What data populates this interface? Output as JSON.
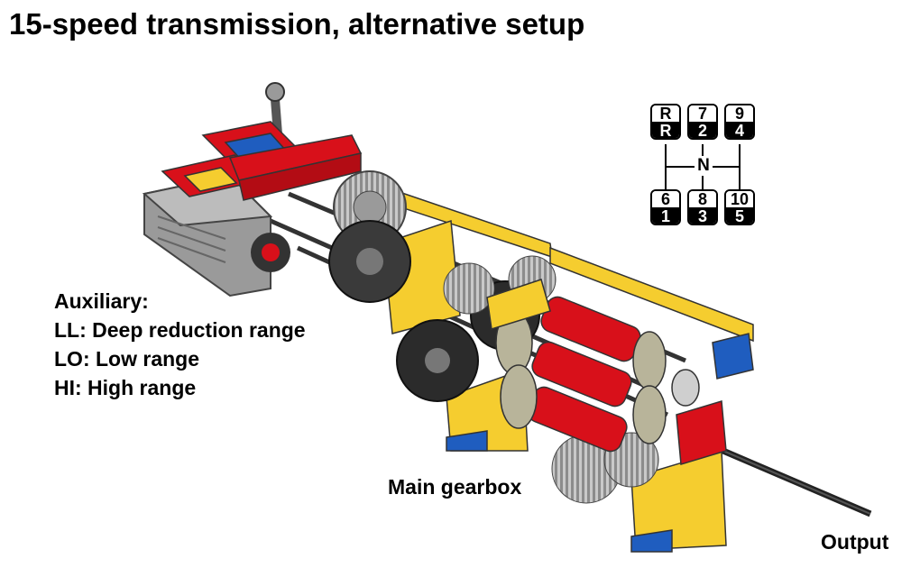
{
  "title": "15-speed transmission, alternative setup",
  "labels": {
    "main_gearbox": "Main gearbox",
    "output": "Output"
  },
  "auxiliary": {
    "heading": "Auxiliary:",
    "items": [
      "LL: Deep reduction range",
      "LO: Low range",
      "HI: High range"
    ]
  },
  "shift_pattern": {
    "neutral": "N",
    "top_row": [
      {
        "upper": "R",
        "lower": "R"
      },
      {
        "upper": "7",
        "lower": "2"
      },
      {
        "upper": "9",
        "lower": "4"
      }
    ],
    "bottom_row": [
      {
        "upper": "6",
        "lower": "1"
      },
      {
        "upper": "8",
        "lower": "3"
      },
      {
        "upper": "10",
        "lower": "5"
      }
    ]
  },
  "colors": {
    "brick_red": "#d8101a",
    "brick_yellow": "#f5cd2f",
    "brick_blue": "#1f5dbf",
    "gear_grey": "#9a9a9a",
    "gear_dark": "#2b2b2b",
    "tan": "#b8b49a"
  }
}
